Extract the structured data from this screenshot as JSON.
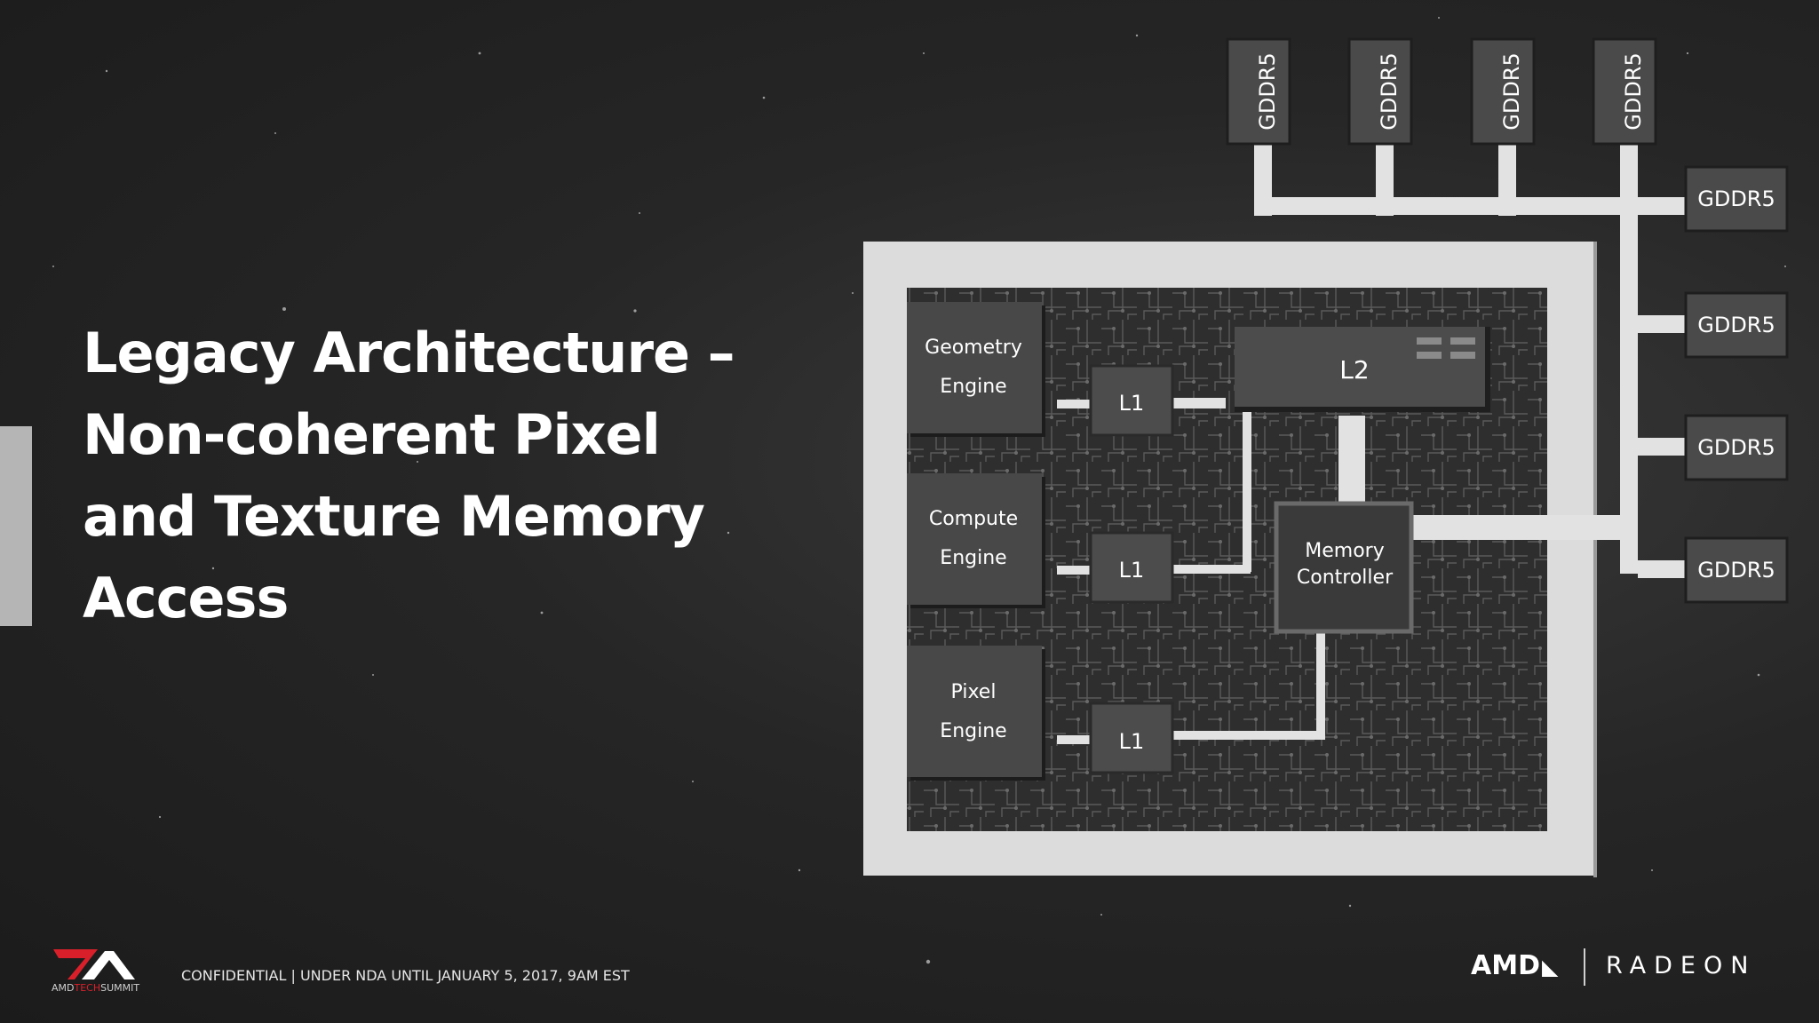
{
  "slide": {
    "title_lines": [
      "Legacy Architecture –",
      "Non-coherent Pixel",
      "and Texture Memory",
      "Access"
    ]
  },
  "diagram": {
    "engines": [
      {
        "line1": "Geometry",
        "line2": "Engine"
      },
      {
        "line1": "Compute",
        "line2": "Engine"
      },
      {
        "line1": "Pixel",
        "line2": "Engine"
      }
    ],
    "l1_label": "L1",
    "l2_label": "L2",
    "memory_controller": {
      "line1": "Memory",
      "line2": "Controller"
    },
    "memory_chip_label": "GDDR5",
    "memory_chip_count_top": 4,
    "memory_chip_count_right": 4
  },
  "footer": {
    "confidential": "CONFIDENTIAL | UNDER NDA UNTIL JANUARY 5, 2017, 9AM EST",
    "summit_prefix": "AMD",
    "summit_highlight": "TECH",
    "summit_suffix": "SUMMIT",
    "amd_brand": "AMD",
    "amd_arrow": "◣",
    "radeon_brand": "RADEON"
  },
  "colors": {
    "background": "#262626",
    "frame": "#dcdcdc",
    "chip_fill": "#4a4a4a",
    "bus": "#e2e2e2",
    "summit_red": "#d9202a"
  }
}
